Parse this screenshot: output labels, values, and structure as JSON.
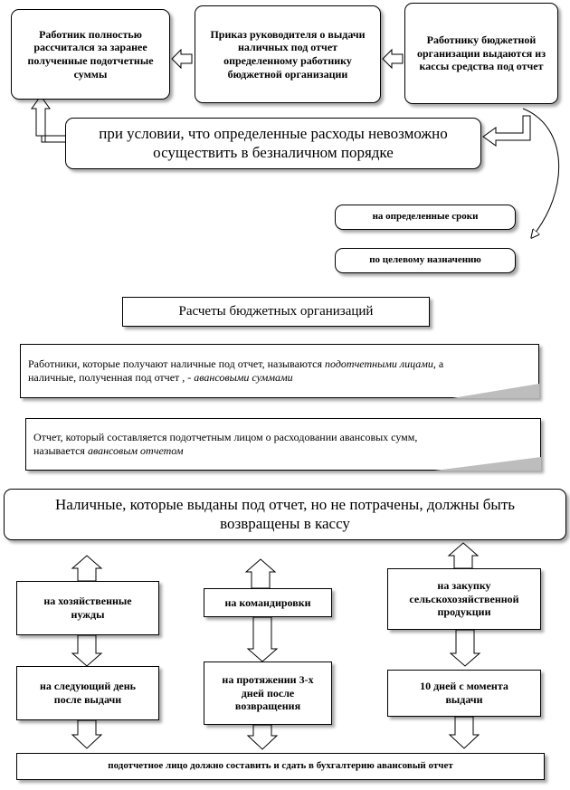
{
  "top_row": {
    "box1": "Работник полностью рассчитался за заранее полученные подотчетные суммы",
    "box2": "Приказ руководителя о выдачи наличных под отчет определенному работнику бюджетной организации",
    "box3": "Работнику бюджетной организации выдаются из кассы средства под отчет"
  },
  "condition": "при условии, что определенные расходы невозможно осуществить в безналичном порядке",
  "terms": {
    "t1": "на определенные сроки",
    "t2": "по целевому назначению"
  },
  "title": "Расчеты бюджетных организаций",
  "def1": {
    "part1": "Работники, которые получают наличные под отчет, называются ",
    "term1": "подотчетными лицами",
    "part2": ", а наличные, полученная под отчет , - ",
    "term2": "авансовыми суммами"
  },
  "def2": {
    "part1": "Отчет, который составляется подотчетным лицом о расходовании авансовых сумм, называется ",
    "term1": "авансовым отчетом"
  },
  "return_box": "Наличные, которые выданы под отчет, но не потрачены, должны быть возвращены в кассу",
  "purposes": {
    "p1": "на хозяйственные нужды",
    "p2": "на командировки",
    "p3": "на закупку сельскохозяйственной продукции"
  },
  "deadlines": {
    "d1": "на следующий день после выдачи",
    "d2": "на протяжении 3-х дней после возвращения",
    "d3": "10 дней с момента выдачи"
  },
  "footer": "подотчетное лицо должно составить и сдать в бухгалтерию авансовый отчет"
}
